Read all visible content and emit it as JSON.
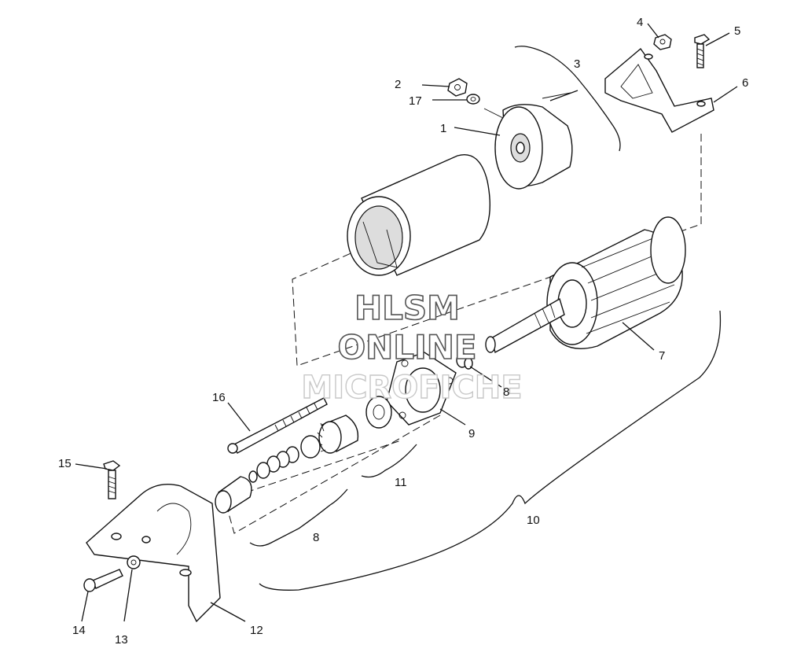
{
  "callouts": {
    "c1": "1",
    "c2": "2",
    "c3": "3",
    "c4": "4",
    "c5": "5",
    "c6": "6",
    "c7": "7",
    "c8a": "8",
    "c8b": "8",
    "c9": "9",
    "c10": "10",
    "c11": "11",
    "c12": "12",
    "c13": "13",
    "c14": "14",
    "c15": "15",
    "c16": "16",
    "c17": "17"
  },
  "watermark": {
    "line1": "HLSM",
    "line2": "ONLINE",
    "line3": "MICROFICHE"
  }
}
